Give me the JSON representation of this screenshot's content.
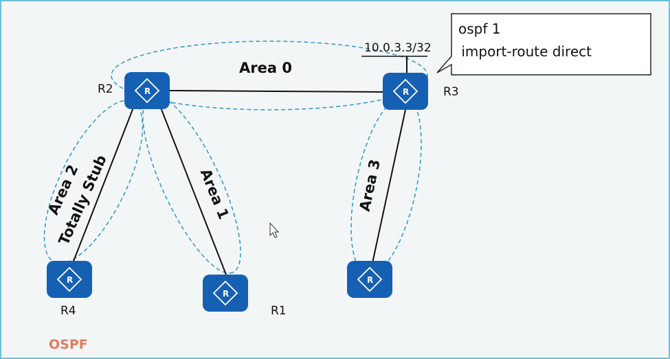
{
  "colors": {
    "router_fill": "#1560b3",
    "link": "#111111",
    "area_outline": "#3a9bc4",
    "ospf_tag": "#e07b5d",
    "frame": "#6fc0d6"
  },
  "icons": {
    "router": "router-icon",
    "cursor": "mouse-pointer-icon"
  },
  "routers": {
    "r1": {
      "label": "R1",
      "glyph": "R"
    },
    "r2": {
      "label": "R2",
      "glyph": "R"
    },
    "r3": {
      "label": "R3",
      "glyph": "R"
    },
    "r4": {
      "label": "R4",
      "glyph": "R"
    },
    "r5": {
      "label": "",
      "glyph": "R"
    }
  },
  "areas": {
    "area0": "Area 0",
    "area1": "Area 1",
    "area2_line1": "Area 2",
    "area2_line2": "Totally Stub",
    "area3": "Area 3"
  },
  "loopback": {
    "address": "10.0.3.3/32"
  },
  "callout": {
    "line1": "ospf 1",
    "line2": " import-route direct"
  },
  "footer": {
    "tag": "OSPF"
  }
}
